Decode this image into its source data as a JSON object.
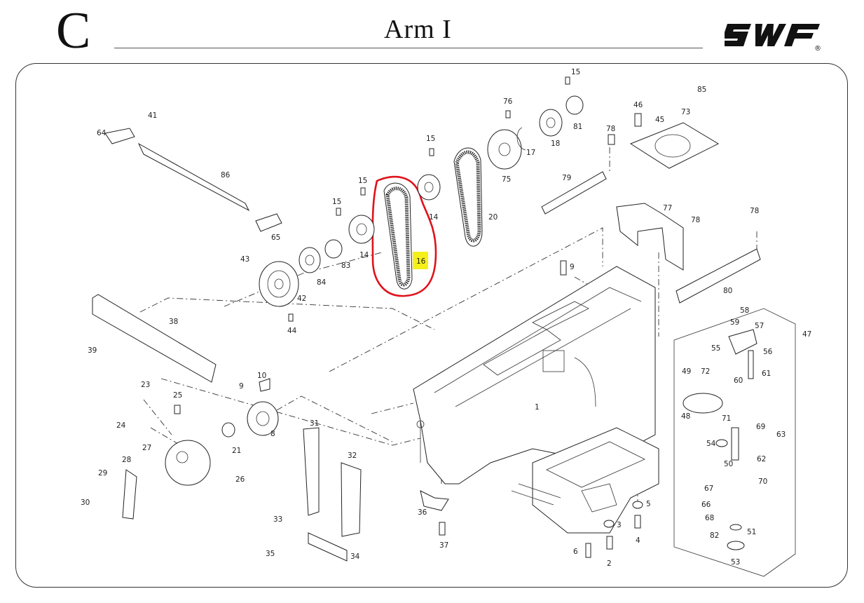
{
  "header": {
    "section_letter": "C",
    "title": "Arm I",
    "brand": "SWF",
    "brand_mark": "®"
  },
  "highlight": {
    "part_number": "16",
    "highlight_color": "#f5ef1a",
    "circle_color": "#e0121b"
  },
  "part_labels": [
    {
      "id": "p1",
      "text": "1"
    },
    {
      "id": "p2",
      "text": "2"
    },
    {
      "id": "p3",
      "text": "3"
    },
    {
      "id": "p4",
      "text": "4"
    },
    {
      "id": "p5",
      "text": "5"
    },
    {
      "id": "p6",
      "text": "6"
    },
    {
      "id": "p8",
      "text": "8"
    },
    {
      "id": "p9a",
      "text": "9"
    },
    {
      "id": "p9b",
      "text": "9"
    },
    {
      "id": "p10",
      "text": "10"
    },
    {
      "id": "p14a",
      "text": "14"
    },
    {
      "id": "p14b",
      "text": "14"
    },
    {
      "id": "p15a",
      "text": "15"
    },
    {
      "id": "p15b",
      "text": "15"
    },
    {
      "id": "p15c",
      "text": "15"
    },
    {
      "id": "p15d",
      "text": "15"
    },
    {
      "id": "p17",
      "text": "17"
    },
    {
      "id": "p18",
      "text": "18"
    },
    {
      "id": "p20",
      "text": "20"
    },
    {
      "id": "p21",
      "text": "21"
    },
    {
      "id": "p23",
      "text": "23"
    },
    {
      "id": "p24",
      "text": "24"
    },
    {
      "id": "p25",
      "text": "25"
    },
    {
      "id": "p26",
      "text": "26"
    },
    {
      "id": "p27",
      "text": "27"
    },
    {
      "id": "p28",
      "text": "28"
    },
    {
      "id": "p29",
      "text": "29"
    },
    {
      "id": "p30",
      "text": "30"
    },
    {
      "id": "p31",
      "text": "31"
    },
    {
      "id": "p32",
      "text": "32"
    },
    {
      "id": "p33",
      "text": "33"
    },
    {
      "id": "p34",
      "text": "34"
    },
    {
      "id": "p35",
      "text": "35"
    },
    {
      "id": "p36",
      "text": "36"
    },
    {
      "id": "p37",
      "text": "37"
    },
    {
      "id": "p38",
      "text": "38"
    },
    {
      "id": "p39",
      "text": "39"
    },
    {
      "id": "p41",
      "text": "41"
    },
    {
      "id": "p42",
      "text": "42"
    },
    {
      "id": "p43",
      "text": "43"
    },
    {
      "id": "p44",
      "text": "44"
    },
    {
      "id": "p45",
      "text": "45"
    },
    {
      "id": "p46",
      "text": "46"
    },
    {
      "id": "p47",
      "text": "47"
    },
    {
      "id": "p48",
      "text": "48"
    },
    {
      "id": "p49",
      "text": "49"
    },
    {
      "id": "p50",
      "text": "50"
    },
    {
      "id": "p51",
      "text": "51"
    },
    {
      "id": "p53",
      "text": "53"
    },
    {
      "id": "p54",
      "text": "54"
    },
    {
      "id": "p55",
      "text": "55"
    },
    {
      "id": "p56",
      "text": "56"
    },
    {
      "id": "p57",
      "text": "57"
    },
    {
      "id": "p58",
      "text": "58"
    },
    {
      "id": "p59",
      "text": "59"
    },
    {
      "id": "p60",
      "text": "60"
    },
    {
      "id": "p61",
      "text": "61"
    },
    {
      "id": "p62",
      "text": "62"
    },
    {
      "id": "p63",
      "text": "63"
    },
    {
      "id": "p64",
      "text": "64"
    },
    {
      "id": "p65",
      "text": "65"
    },
    {
      "id": "p66",
      "text": "66"
    },
    {
      "id": "p67",
      "text": "67"
    },
    {
      "id": "p68",
      "text": "68"
    },
    {
      "id": "p69",
      "text": "69"
    },
    {
      "id": "p70",
      "text": "70"
    },
    {
      "id": "p71",
      "text": "71"
    },
    {
      "id": "p72",
      "text": "72"
    },
    {
      "id": "p73",
      "text": "73"
    },
    {
      "id": "p75",
      "text": "75"
    },
    {
      "id": "p76",
      "text": "76"
    },
    {
      "id": "p77",
      "text": "77"
    },
    {
      "id": "p78a",
      "text": "78"
    },
    {
      "id": "p78b",
      "text": "78"
    },
    {
      "id": "p78c",
      "text": "78"
    },
    {
      "id": "p79",
      "text": "79"
    },
    {
      "id": "p80",
      "text": "80"
    },
    {
      "id": "p81",
      "text": "81"
    },
    {
      "id": "p82",
      "text": "82"
    },
    {
      "id": "p83",
      "text": "83"
    },
    {
      "id": "p84",
      "text": "84"
    },
    {
      "id": "p85",
      "text": "85"
    },
    {
      "id": "p86",
      "text": "86"
    }
  ]
}
